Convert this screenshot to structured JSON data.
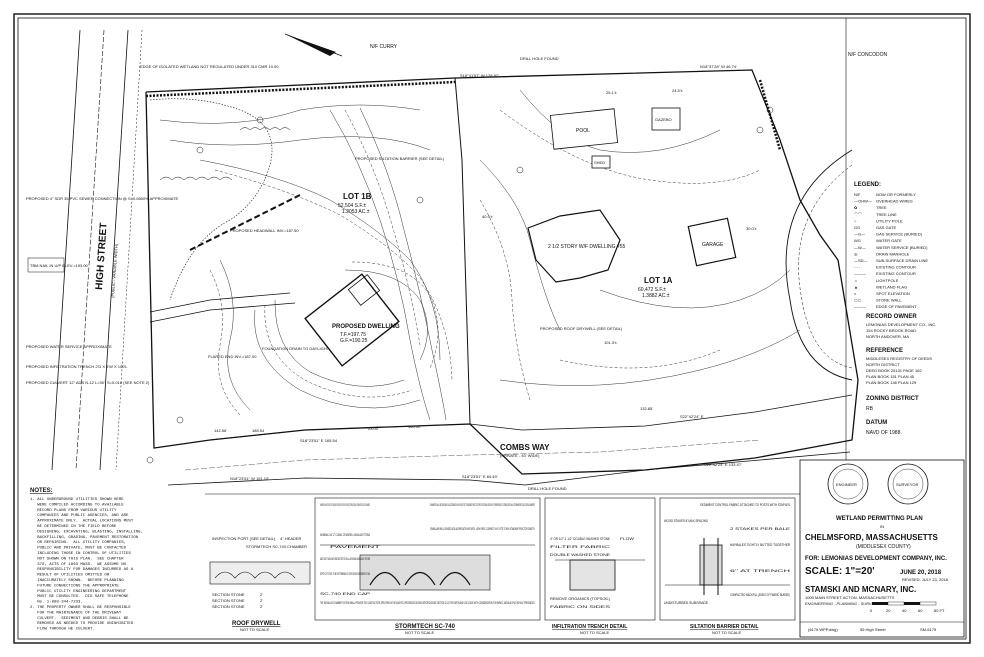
{
  "plan": {
    "top_abutter": "N/F CURRY",
    "top_right_abutter": "N/F CONCODON",
    "wetland_edge": "EDGE OF ISOLATED WETLAND NOT REGULATED UNDER 310 CMR 10.00",
    "drill_hole_top": "DRILL HOLE FOUND",
    "drill_hole_bottom": "DRILL HOLE FOUND",
    "bearing_top": "S18°41'57\" W 128.97'",
    "bearing_tr": "N18°37'28\" W 46.74'",
    "street": "HIGH STREET",
    "street_sub": "(PUBLIC - VARIABLE WIDTH)",
    "combs_way": "COMBS WAY",
    "combs_way_sub": "(PRIVATE - 40' WIDE)",
    "lot1b_name": "LOT 1B",
    "lot1b_sf": "52,504 S.F.±",
    "lot1b_ac": "1.2053 AC.±",
    "lot1a_name": "LOT 1A",
    "lot1a_sf": "60,472 S.F.±",
    "lot1a_ac": "1.3882 AC.±",
    "pool": "POOL",
    "gazebo": "GAZEBO",
    "shed": "SHED",
    "garage": "GARAGE",
    "dwelling": "2 1/2 STORY W/F DWELLING #55",
    "proposed_dwelling": "PROPOSED DWELLING",
    "proposed_dwelling_tf": "T.F.=197.75",
    "proposed_dwelling_gf": "G.F.=190.25",
    "siltation": "PROPOSED SILTATION BARRIER (SEE DETAIL)",
    "headwall": "PROPOSED HEADWALL INV.=187.50",
    "roof_drywell": "PROPOSED ROOF DRYWELL (SEE DETAIL)",
    "foundation_drain": "FOUNDATION DRAIN TO DAYLIGHT",
    "flared_end": "FLARED END INV.=187.00",
    "sewer": "PROPOSED 4\" SDR 35 PVC SEWER CONNECTION @ S=0.0800% APPROXIMATE",
    "nail": "TBM NAIL IN U/P ELEV.=193.00",
    "water": "PROPOSED WATER SERVICE APPROXIMATE",
    "infiltration": "PROPOSED INFILTRATION TRENCH 2'D X 3'W X 100'L",
    "culvert": "PROPOSED CULVERT 12\" ADS N-12 L=30', S=0.016 (SEE NOTE 2)",
    "d1": "142.56'",
    "d2": "185.54",
    "d3": "23.00'",
    "d4": "160.00'",
    "d5": "132.85'",
    "d6": "101.3'±",
    "d7": "25.1'±",
    "d8": "24.5'±",
    "d9": "30.0'±",
    "d10": "40.9'±",
    "bearing_bl": "N18°23'51\" W 161.10'",
    "bearing_bc": "S18°23'51\" E 64.49'",
    "bearing_br": "S22°42'24\" E 133.47'",
    "bearing_mid": "S22°42'24\" E",
    "bearing_combs": "S18°23'51\" E 165.54"
  },
  "legend": {
    "title": "LEGEND:",
    "items": [
      {
        "sym": "N/F",
        "text": "NOW OR FORMERLY"
      },
      {
        "sym": "—OHW—",
        "text": "OVERHEAD WIRES"
      },
      {
        "sym": "✿",
        "text": "TREE"
      },
      {
        "sym": "⌒⌒",
        "text": "TREE LINE"
      },
      {
        "sym": "○",
        "text": "UTILITY POLE"
      },
      {
        "sym": "GG",
        "text": "GAS GATE"
      },
      {
        "sym": "—G—",
        "text": "GAS SERVICE (BURIED)"
      },
      {
        "sym": "WG",
        "text": "WATER GATE"
      },
      {
        "sym": "—W—",
        "text": "WATER SERVICE (BURIED)"
      },
      {
        "sym": "◎",
        "text": "DRAIN MANHOLE"
      },
      {
        "sym": "—SD—",
        "text": "SUB-SURFACE DRAIN LINE"
      },
      {
        "sym": "- - -",
        "text": "EXISTING CONTOUR"
      },
      {
        "sym": "———",
        "text": "EXISTING CONTOUR"
      },
      {
        "sym": "☼",
        "text": "LIGHTPOLE"
      },
      {
        "sym": "▲",
        "text": "WETLAND FLAG"
      },
      {
        "sym": "×",
        "text": "SPOT ELEVATION"
      },
      {
        "sym": "▭▭",
        "text": "STONE WALL"
      },
      {
        "sym": "———",
        "text": "EDGE OF PAVEMENT"
      }
    ]
  },
  "record_owner": {
    "title": "RECORD OWNER",
    "lines": [
      "LEMONIAS DEVELOPMENT CO., INC.",
      "154 ROCKY BROOK ROAD",
      "NORTH ANDOVER, MA"
    ]
  },
  "reference": {
    "title": "REFERENCE",
    "lines": [
      "MIDDLESEX REGISTRY OF DEEDS",
      "NORTH DISTRICT",
      "DEED BOOK 25131 PAGE 162",
      "PLAN BOOK 151 PLAN 45",
      "PLAN BOOK 146 PLAN 129"
    ]
  },
  "zoning": {
    "title": "ZONING DISTRICT",
    "value": "RB"
  },
  "datum": {
    "title": "DATUM",
    "value": "NAVD OF 1988."
  },
  "title_block": {
    "plan_title": "WETLAND PERMITTING PLAN",
    "in": "IN",
    "town": "CHELMSFORD, MASSACHUSETTS",
    "county": "(MIDDLESEX COUNTY)",
    "for": "FOR: LEMONIAS DEVELOPMENT COMPANY, INC.",
    "scale": "SCALE: 1\"=20'",
    "date": "JUNE 20, 2018",
    "revised": "REVISED: JULY 23, 2018",
    "firm": "STAMSKI AND MCNARY, INC.",
    "address": "1000 MAIN STREET ACTON, MASSACHUSETTS",
    "services": "ENGINEERING - PLANNING - SURVEYING",
    "file": "(6179.WPP.dwg)",
    "address2": "55 High Street",
    "job": "SM-6179",
    "scale_labels": [
      "0",
      "20",
      "40",
      "60",
      "80 FT"
    ],
    "stamp1": "ENGINEER",
    "stamp2": "SURVEYOR"
  },
  "notes": {
    "title": "NOTES:",
    "lines": [
      "1. ALL UNDERGROUND UTILITIES SHOWN HERE",
      "   WERE COMPILED ACCORDING TO AVAILABLE",
      "   RECORD PLANS FROM VARIOUS UTILITY",
      "   COMPANIES AND PUBLIC AGENCIES, AND ARE",
      "   APPROXIMATE ONLY.  ACTUAL LOCATIONS MUST",
      "   BE DETERMINED IN THE FIELD BEFORE",
      "   DESIGNING, EXCAVATING, BLASTING, INSTALLING,",
      "   BACKFILLING, GRADING, PAVEMENT RESTORATION",
      "   OR REPAIRING.  ALL UTILITY COMPANIES,",
      "   PUBLIC AND PRIVATE, MUST BE CONTACTED",
      "   INCLUDING THOSE IN CONTROL OF UTILITIES",
      "   NOT SHOWN ON THIS PLAN.  SEE CHAPTER",
      "   370, ACTS OF 1963 MASS.  WE ASSUME NO",
      "   RESPONSIBILITY FOR DAMAGES INCURRED AS A",
      "   RESULT OF UTILITIES OMITTED OR",
      "   INACCURATELY SHOWN.  BEFORE PLANNING",
      "   FUTURE CONNECTIONS THE APPROPRIATE",
      "   PUBLIC UTILITY ENGINEERING DEPARTMENT",
      "   MUST BE CONSULTED.  DIG SAFE TELEPHONE",
      "   No. 1-888-344-7233.",
      "2. THE PROPERTY OWNER SHALL BE RESPONSIBLE",
      "   FOR THE MAINTENANCE OF THE DRIVEWAY",
      "   CULVERT.  SEDIMENT AND DEBRIS SHALL BE",
      "   REMOVED AS NEEDED TO PROVIDE UNINHIBITED",
      "   FLOW THROUGH HE CULVERT."
    ]
  },
  "details": {
    "roof_drywell": "ROOF DRYWELL",
    "roof_drywell_sub": "NOT TO SCALE",
    "stormtech": "STORMTECH SC-740",
    "stormtech_sub": "NOT TO SCALE",
    "infiltration": "INFILTRATION TRENCH DETAIL",
    "infiltration_sub": "NOT TO SCALE",
    "siltation": "SILTATION BARRIER DETAIL",
    "siltation_sub": "NOT TO SCALE",
    "drywell_table": [
      [
        "SECTION STONE",
        "2'"
      ],
      [
        "SECTION STONE",
        "2'"
      ],
      [
        "SECTION STONE",
        "2'"
      ]
    ],
    "drywell_labels": [
      "INSPECTION PORT (SEE DETAIL)",
      "STORMTECH SC-740 CHAMBER",
      "4\" HEADER"
    ],
    "stormtech_labels": [
      "CHAMBERS SHALL MEET ASTM F2922 \"STANDARD SPECIFICATION FOR POLYETHYLENE (PE) CORRUGATED WALL STORMWATER COLLECTION CHAMBERS\"",
      "CHAMBERS SHALL BE DESIGNED IN ACCORDANCE WITH ASTM F2787 \"STANDARD PRACTICE FOR STRUCTURAL DESIGN OF THERMOPLASTIC CORRUGATED WALL STORMWATER COLLECTION CHAMBERS\"",
      "GRANULAR WELL GRADED SOIL/AGGREGATE MIXTURES, <35% FINES, COMPACT IN 6\" LIFTS TO 95% STANDARD PROCTOR DENSITY.",
      "NOMINAL 3/4\"-2\" CLEAN, CRUSHED, ANGULAR STONE",
      "ADS 601T NON-WOVEN GEOTEXTILE ALL AROUND ANGULAR STONE",
      "SC-740 END CAP",
      "DEPTH OF STONE TO BE DETERMINED BY SITE DESIGN ENGINEER 6\" MIN",
      "PAVEMENT",
      "THE INSTALLED CHAMBER SYSTEM SHALL PROVIDE THE LOAD FACTORS SPECIFIED IN THE AASHTO LRFD BRIDGE DESIGN SPECIFICATIONS SECTION 12.12 FOR EARTH AND LIVE LOADS WITH CONSIDERATION FOR IMPACT AND MULTIPLE VEHICLE PRESENCES."
    ],
    "infiltration_labels": [
      "4\" OR 1/2\"-1 1/2\" DOUBLE WASHED STONE",
      "FILTER FABRIC",
      "REMOVE ORGANICS (TOPSOIL)",
      "DOUBLE WASHED STONE",
      "FABRIC ON SIDES",
      "FLOW"
    ],
    "siltation_labels": [
      "SEDIMENT CONTROL FABRIC ATTACHED TO POSTS WITH STAPLES",
      "WOOD STAKES 8' MAX SPACING",
      "2 STAKES PER BALE",
      "HAYBALES TIGHTLY BUTTED TOGETHER",
      "UNDISTURBED SUBGRADE",
      "COMPACTED BACKFILL (ENDS OF FABRIC BURIED)",
      "6\" AT TRENCH"
    ]
  }
}
